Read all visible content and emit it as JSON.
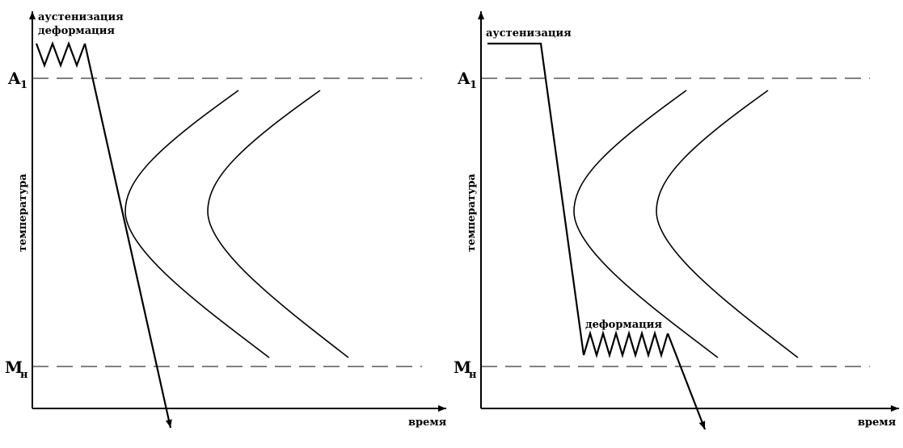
{
  "panels": [
    {
      "label_top": "аустенизация",
      "label_top2": "деформация",
      "y_axis": "температура",
      "x_axis": "время",
      "level_a1": "A",
      "level_a1_sub": "1",
      "level_mn": "M",
      "level_mn_sub": "н"
    },
    {
      "label_top": "аустенизация",
      "label_def": "деформация",
      "y_axis": "температура",
      "x_axis": "время",
      "level_a1": "A",
      "level_a1_sub": "1",
      "level_mn": "M",
      "level_mn_sub": "н"
    }
  ]
}
